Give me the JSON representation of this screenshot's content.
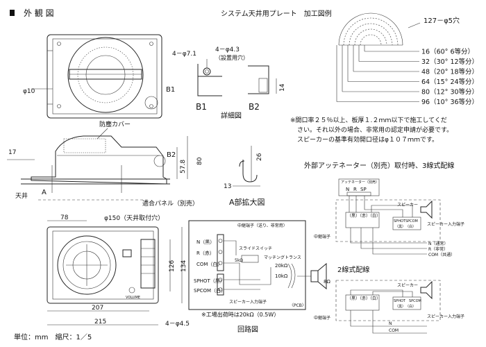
{
  "section_title": "外 観 図",
  "top_view": {
    "hole_label": "φ10",
    "detail_marker": "B1"
  },
  "side_view": {
    "dust_cover": "防塵カバー",
    "dim_17": "17",
    "dim_80": "80",
    "dim_578": "57.8",
    "marker_b2": "B2",
    "marker_a": "A",
    "ceiling": "天井",
    "panel": "適合パネル（別売）"
  },
  "bottom_view": {
    "dim_78": "78",
    "ceiling_hole": "φ150（天井取付穴）",
    "dim_126": "126",
    "dim_134": "134",
    "dim_207": "207",
    "dim_215": "215",
    "mount_holes": "4－φ4.5",
    "volume": "VOLUME"
  },
  "scale_note": "単位：mm　縮尺：1／5",
  "detail": {
    "hole_a": "4－φ7.1",
    "hole_b": "4－φ4.3",
    "hole_b_note": "（設置用穴）",
    "dim_14": "14",
    "b1": "B1",
    "b2": "B2",
    "caption": "詳細図"
  },
  "a_detail": {
    "dim_26": "26",
    "dim_13": "13",
    "caption": "A部拡大図"
  },
  "plate": {
    "title": "システム天井用プレート　加工図例",
    "holes": "127－φ5穴",
    "rows": [
      "16（60° 6等分）",
      "32（30° 12等分）",
      "48（20° 18等分）",
      "64（15° 24等分）",
      "80（12° 30等分）",
      "96（10° 36等分）"
    ]
  },
  "notes": [
    "※開口率２５％以上、板厚１.２ｍｍ以下で施工してくだ",
    "さい。それ以外の場合、非常用の認定申請が必要です。",
    "スピーカーの基準有効開口径はφ１０７ｍｍです。"
  ],
  "circuit": {
    "relay_terminal": "中継端子（送り、非常用）",
    "n": "N（黒）",
    "r": "R（赤）",
    "com": "COM（白）",
    "slide_switch": "スライドスイッチ",
    "matching_trans": "マッチングトランス",
    "k20": "20kΩ",
    "k10": "10kΩ",
    "k5": "5kΩ",
    "r8": "8Ω",
    "sphot": "SPHOT（黒）",
    "spcom": "SPCOM（白）",
    "speaker_terminal": "スピーカー入力端子",
    "pcb": "〈PCB〉",
    "factory_note": "※工場出荷時は20kΩ（0.5W）",
    "caption": "回路図"
  },
  "wiring3": {
    "title": "外部アッテネーター（別売）取付時、3線式配線",
    "att": "アッテネーター（別売）",
    "terms": [
      "N",
      "R",
      "SP"
    ],
    "speaker": "スピーカー",
    "sp_terms": "SPHOTSPCOM",
    "relay": "中継端子",
    "colors": [
      "（黒）",
      "（赤）",
      "（白）"
    ],
    "sp_colors": "（黒）　（白）",
    "n_line": "N（通常）",
    "r_line": "R（非常）",
    "com_line": "COM（共通）",
    "sp_input": "スピーカー入力端子"
  },
  "wiring2": {
    "title": "2線式配線",
    "speaker": "スピーカー",
    "sp_terms": "SPHOT　SPCOM",
    "relay": "中継端子",
    "colors": [
      "（黒）",
      "（赤）",
      "（白）"
    ],
    "sp_colors": "（黒）　（白）",
    "n_line": "N",
    "com_line": "COM",
    "sp_input": "スピーカー入力端子"
  }
}
